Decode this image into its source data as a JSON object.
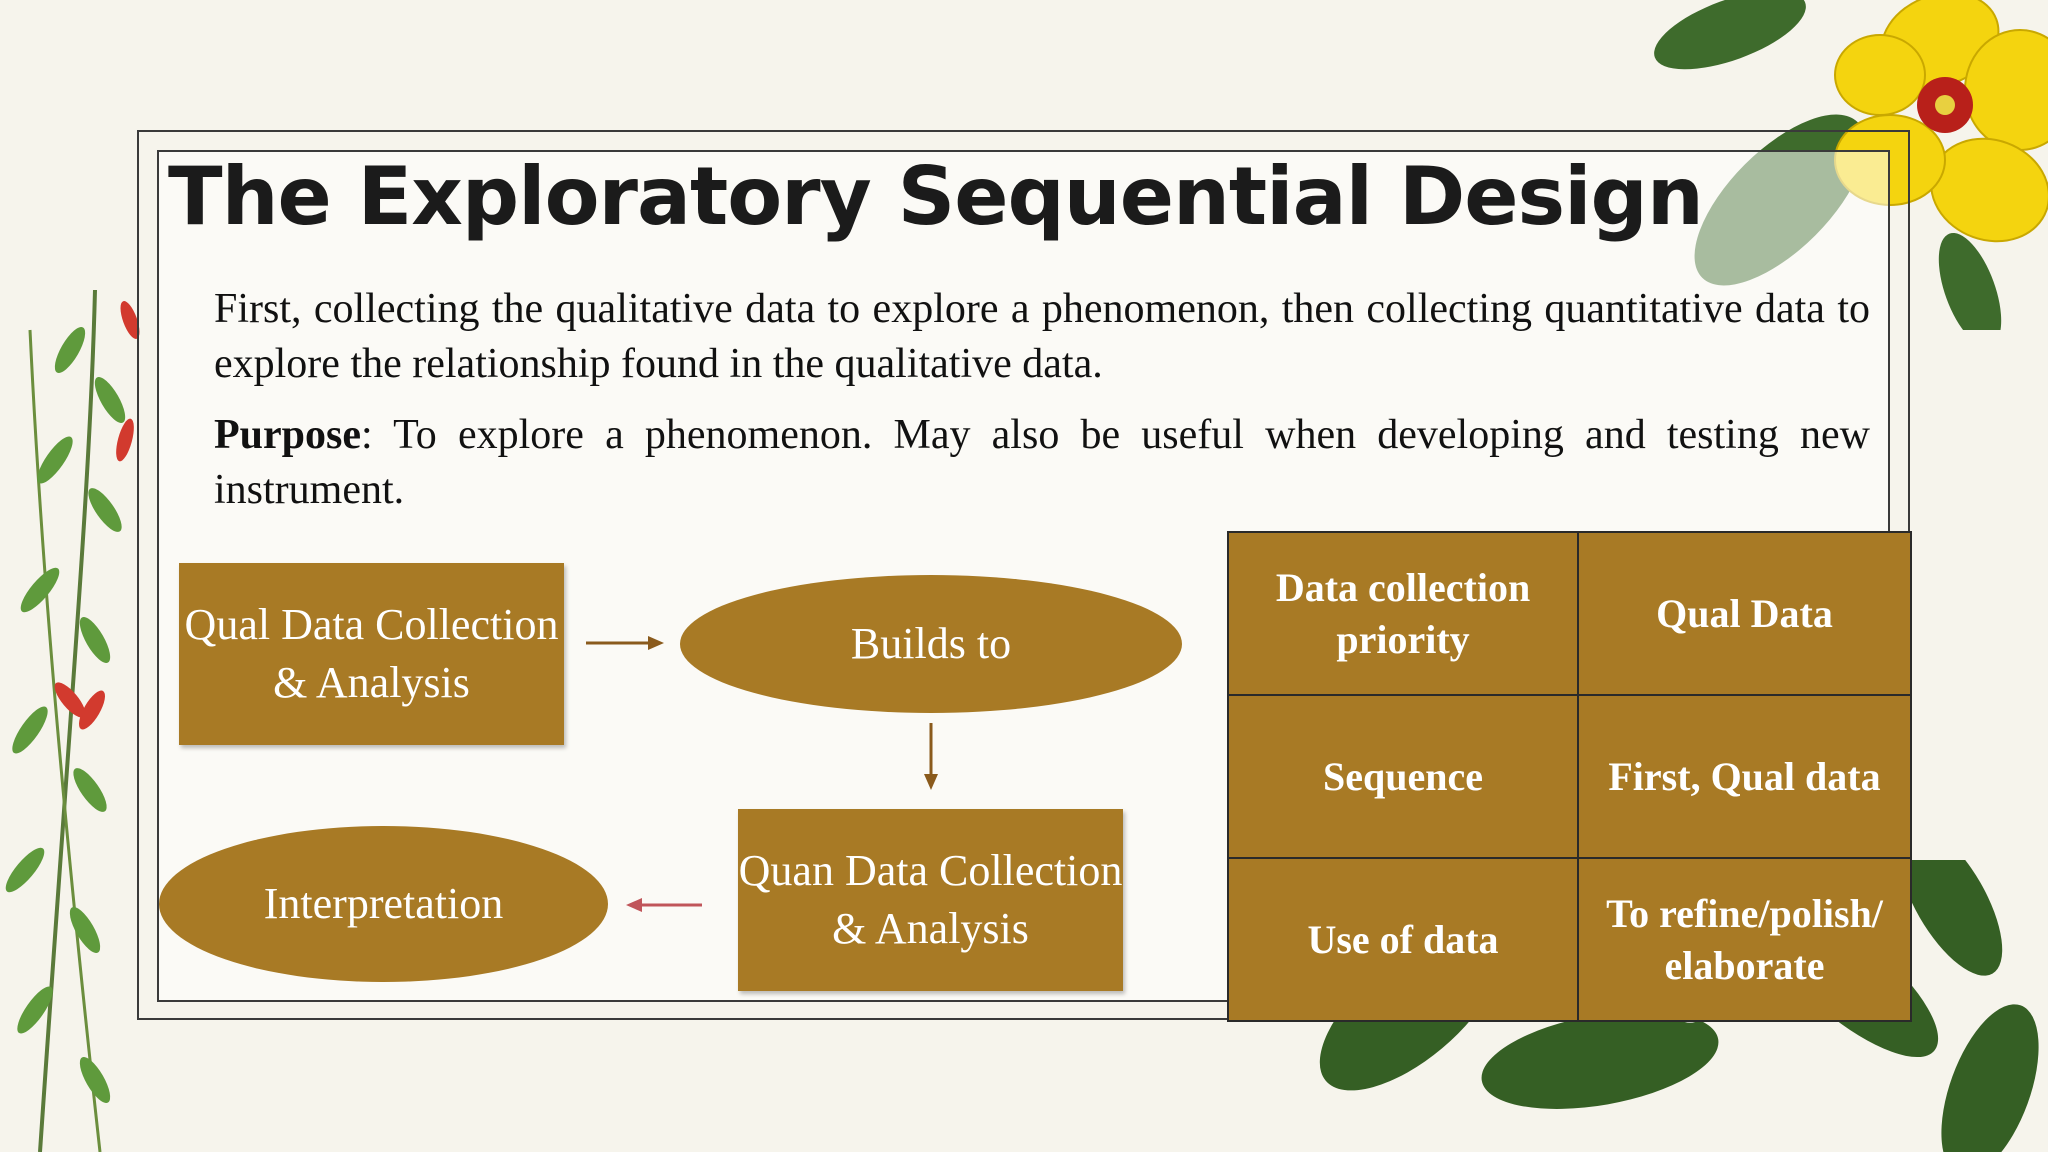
{
  "slide": {
    "title": "The Exploratory Sequential Design",
    "description": "First, collecting the qualitative data to explore a phenomenon, then collecting quantitative data to explore the relationship found in the qualitative data.",
    "purpose_label": "Purpose",
    "purpose_text": ": To explore a phenomenon. May also be useful when developing and testing new instrument."
  },
  "diagram": {
    "nodes": {
      "qual": "Qual Data Collection & Analysis",
      "builds": "Builds to",
      "quan": "Quan Data Collection & Analysis",
      "interpretation": "Interpretation"
    }
  },
  "table": {
    "rows": [
      {
        "label": "Data collection priority",
        "value": "Qual Data"
      },
      {
        "label": "Sequence",
        "value": "First, Qual data"
      },
      {
        "label": "Use of data",
        "value": "To refine/polish/ elaborate"
      }
    ]
  },
  "colors": {
    "accent": "#a87a25",
    "arrow_dark": "#8a5a1c",
    "arrow_red": "#c0555a"
  }
}
